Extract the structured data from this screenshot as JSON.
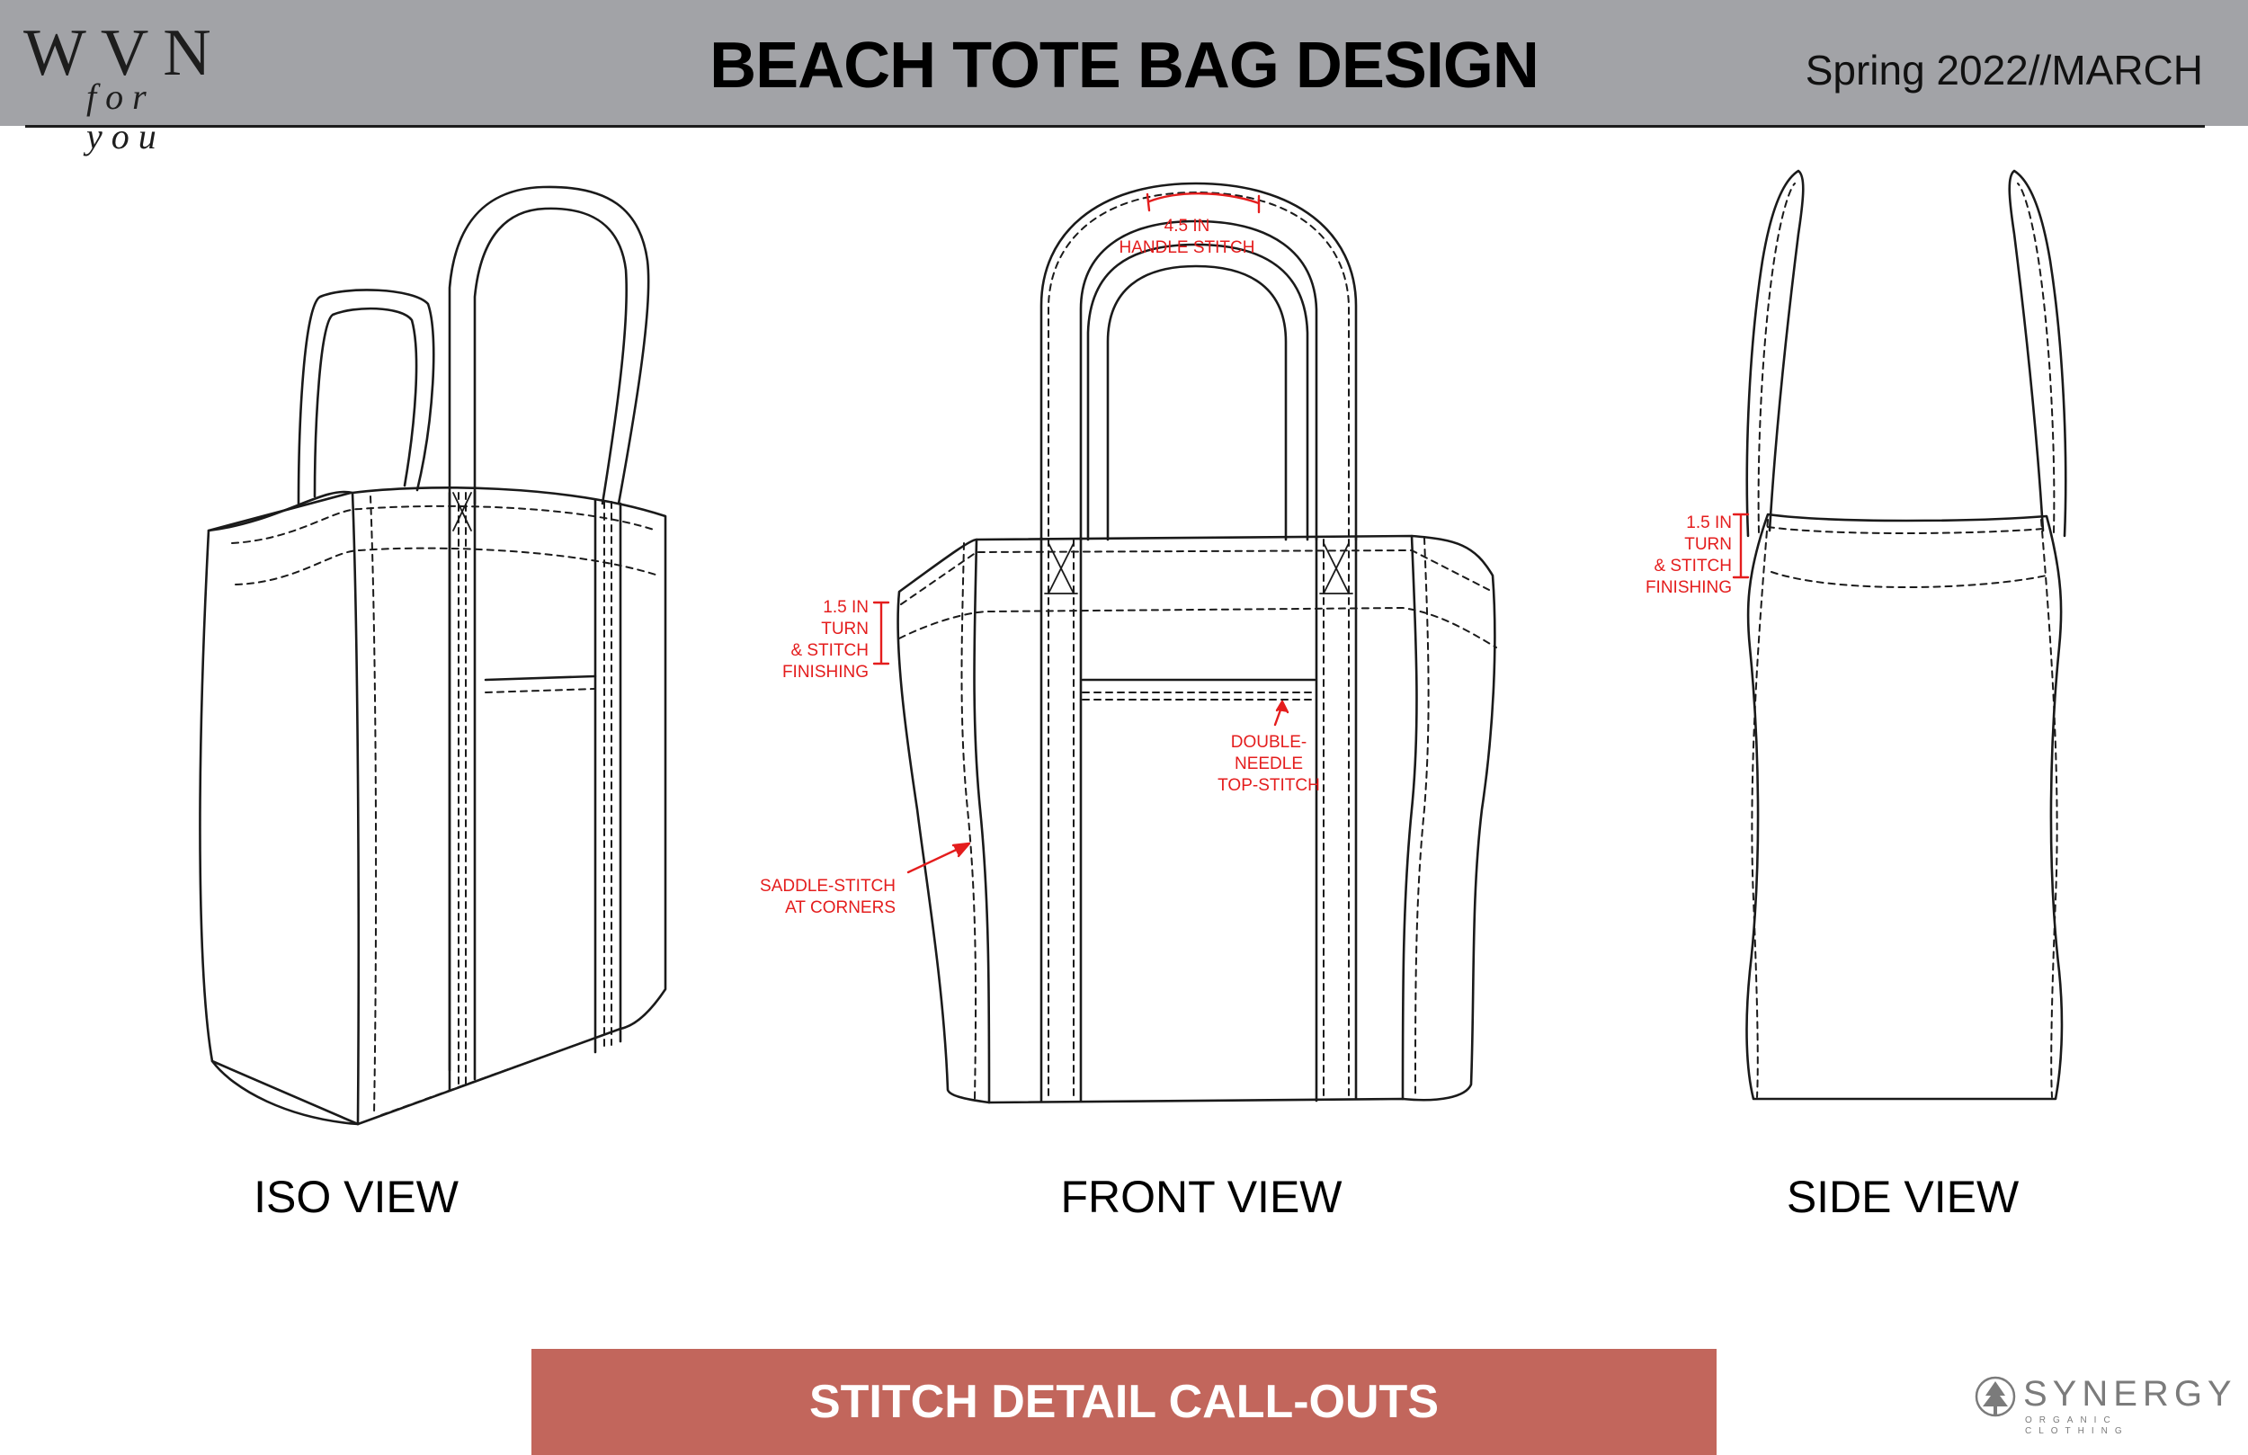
{
  "header": {
    "logo_brand": "WVN",
    "logo_tagline": "for you",
    "title": "BEACH TOTE BAG DESIGN",
    "season": "Spring 2022//MARCH"
  },
  "views": {
    "iso_label": "ISO VIEW",
    "front_label": "FRONT VIEW",
    "side_label": "SIDE VIEW"
  },
  "callouts": {
    "handle_stitch": "4.5 IN\nHANDLE STITCH",
    "turn_stitch_front": "1.5 IN\nTURN\n& STITCH\nFINISHING",
    "double_needle": "DOUBLE-\nNEEDLE\nTOP-STITCH",
    "saddle_stitch": "SADDLE-STITCH\nAT CORNERS",
    "turn_stitch_side": "1.5 IN\nTURN\n& STITCH\nFINISHING"
  },
  "footer": {
    "section_label": "STITCH DETAIL CALL-OUTS",
    "sponsor_name": "SYNERGY",
    "sponsor_tagline": "ORGANIC CLOTHING"
  },
  "colors": {
    "header_bg": "#a2a3a7",
    "callout_red": "#e41d1d",
    "footer_bar": "#c2665c",
    "line_art": "#1a1a1a"
  }
}
